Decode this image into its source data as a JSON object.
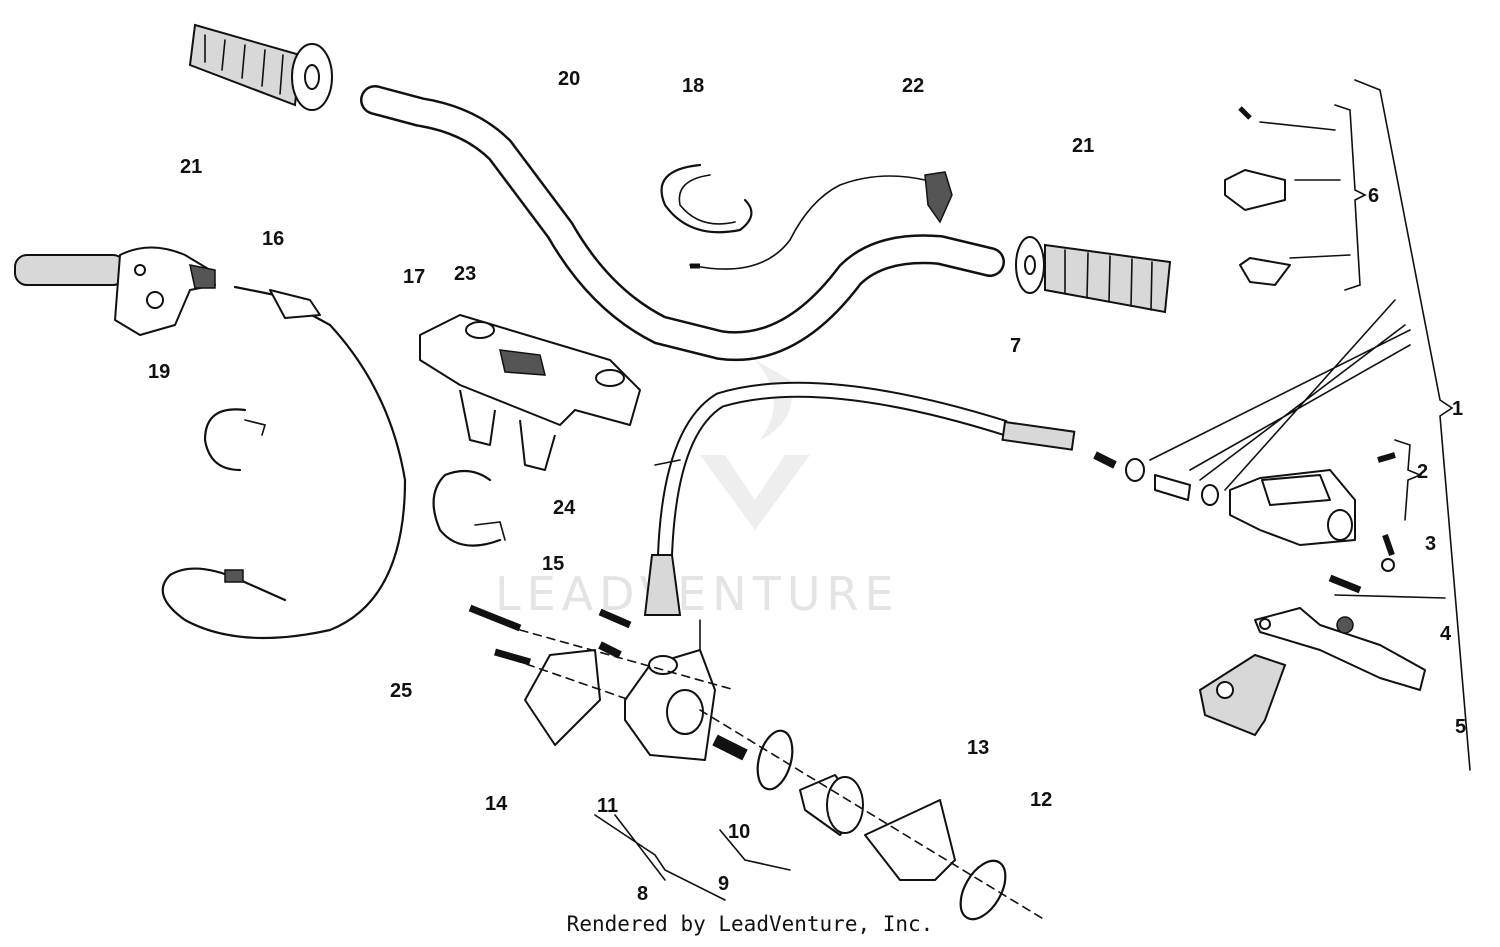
{
  "watermark": "LEADVENTURE",
  "footer": "Rendered by LeadVenture, Inc.",
  "callouts": [
    "1",
    "2",
    "3",
    "4",
    "5",
    "6",
    "7",
    "8",
    "9",
    "10",
    "11",
    "12",
    "13",
    "14",
    "15",
    "16",
    "17",
    "18",
    "19",
    "20",
    "21",
    "21",
    "22",
    "23",
    "24",
    "25"
  ]
}
